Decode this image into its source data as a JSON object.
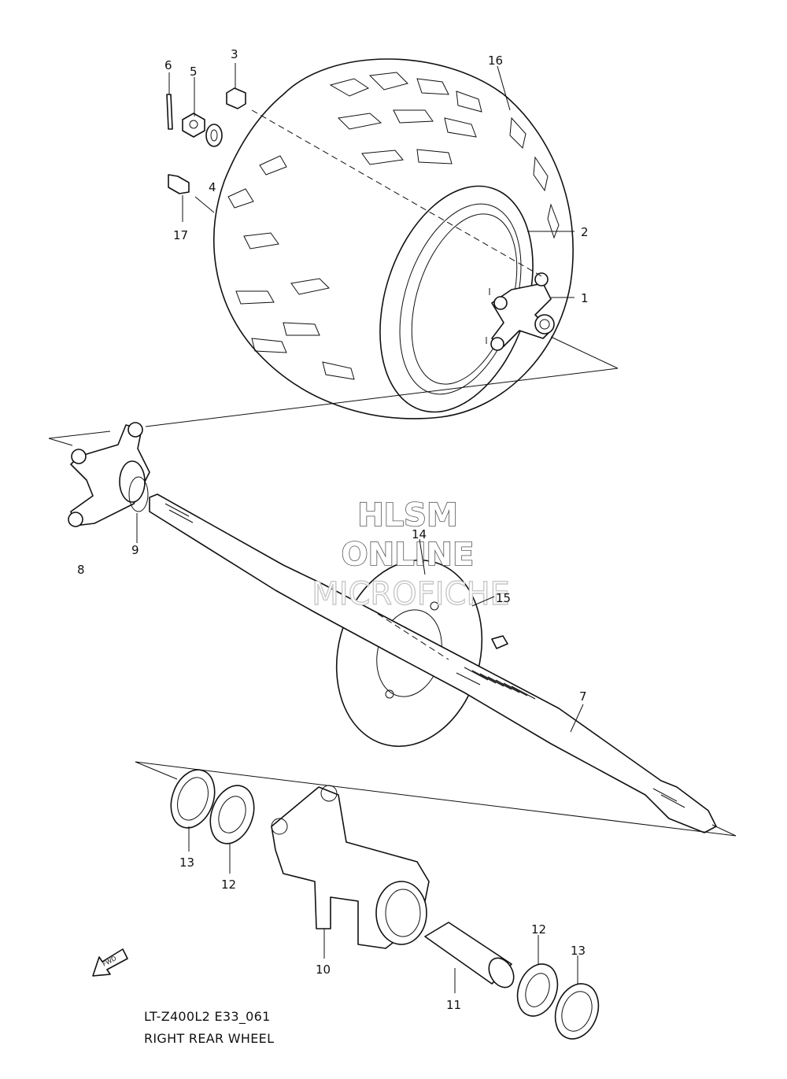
{
  "watermark": {
    "line1": "HLSM",
    "line2": "ONLINE",
    "line3": "MICROFICHE"
  },
  "fwd_label": "FWD",
  "callouts": {
    "c1": "1",
    "c2": "2",
    "c3": "3",
    "c4": "4",
    "c5": "5",
    "c6": "6",
    "c7": "7",
    "c8": "8",
    "c9": "9",
    "c10": "10",
    "c11": "11",
    "c12a": "12",
    "c12b": "12",
    "c13a": "13",
    "c13b": "13",
    "c14": "14",
    "c15": "15",
    "c16": "16",
    "c17": "17"
  },
  "caption": {
    "model_code": "LT-Z400L2 E33_061",
    "title": "RIGHT REAR WHEEL"
  }
}
